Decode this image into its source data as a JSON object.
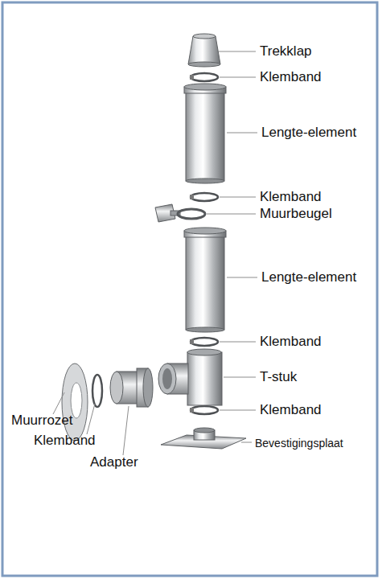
{
  "diagram": {
    "labels": [
      "Trekklap",
      "Klemband",
      "Lengte-element",
      "Klemband",
      "Muurbeugel",
      "Lengte-element",
      "Klemband",
      "T-stuk",
      "Klemband",
      "Bevestigingsplaat",
      "Muurrozet",
      "Klemband",
      "Adapter"
    ]
  }
}
